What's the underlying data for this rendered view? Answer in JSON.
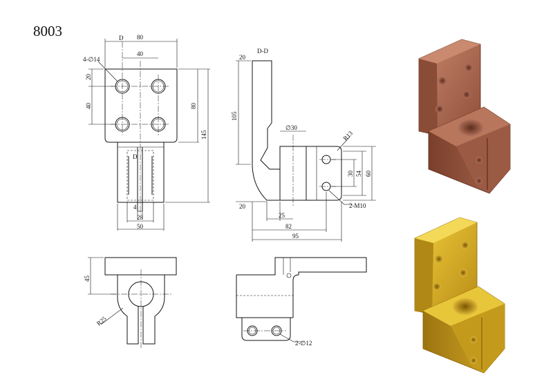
{
  "part_number": "8003",
  "section_label": "D-D",
  "section_marker": "D",
  "front_view": {
    "dims": {
      "width_total": "80",
      "hole_spacing_h": "40",
      "hole_callout": "4-∅14",
      "edge_v": "20",
      "hole_spacing_v": "40",
      "plate_height": "80",
      "total_height": "145",
      "slot": "4",
      "lower_inner": "28",
      "lower_width": "50"
    }
  },
  "section_view": {
    "dims": {
      "top_thk": "20",
      "height": "105",
      "bore": "∅30",
      "radius": "R13",
      "hole_spacing": "30",
      "h54": "54",
      "h60": "60",
      "bottom_thk": "20",
      "d25": "25",
      "d82": "82",
      "d95": "95",
      "thread": "2-M10"
    }
  },
  "bottom_left_view": {
    "dims": {
      "height": "45",
      "radius": "R25"
    }
  },
  "bottom_right_view": {
    "dims": {
      "holes": "2-∅12"
    }
  },
  "colors": {
    "copper": "#a0604a",
    "brass": "#c8a030"
  }
}
